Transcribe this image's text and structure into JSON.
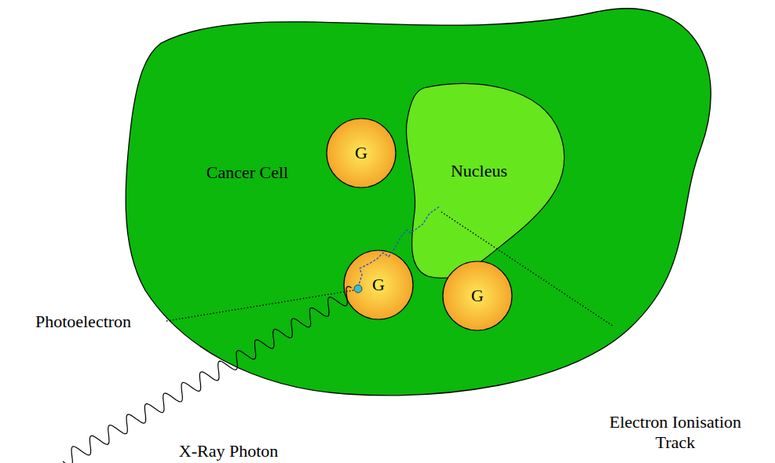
{
  "diagram": {
    "nodes": [
      {
        "text": [
          "Cancer Cell"
        ]
      },
      {
        "text": [
          "G"
        ],
        "in": 0
      },
      {
        "text": [
          "Nucleus"
        ],
        "in": 0
      },
      {
        "text": [
          "G"
        ],
        "in": 0
      },
      {
        "text": [
          "G"
        ],
        "in": 0
      }
    ],
    "labels": [
      "Photoelectron",
      "Electron Ionisation Track",
      "X-Ray Photon"
    ]
  }
}
